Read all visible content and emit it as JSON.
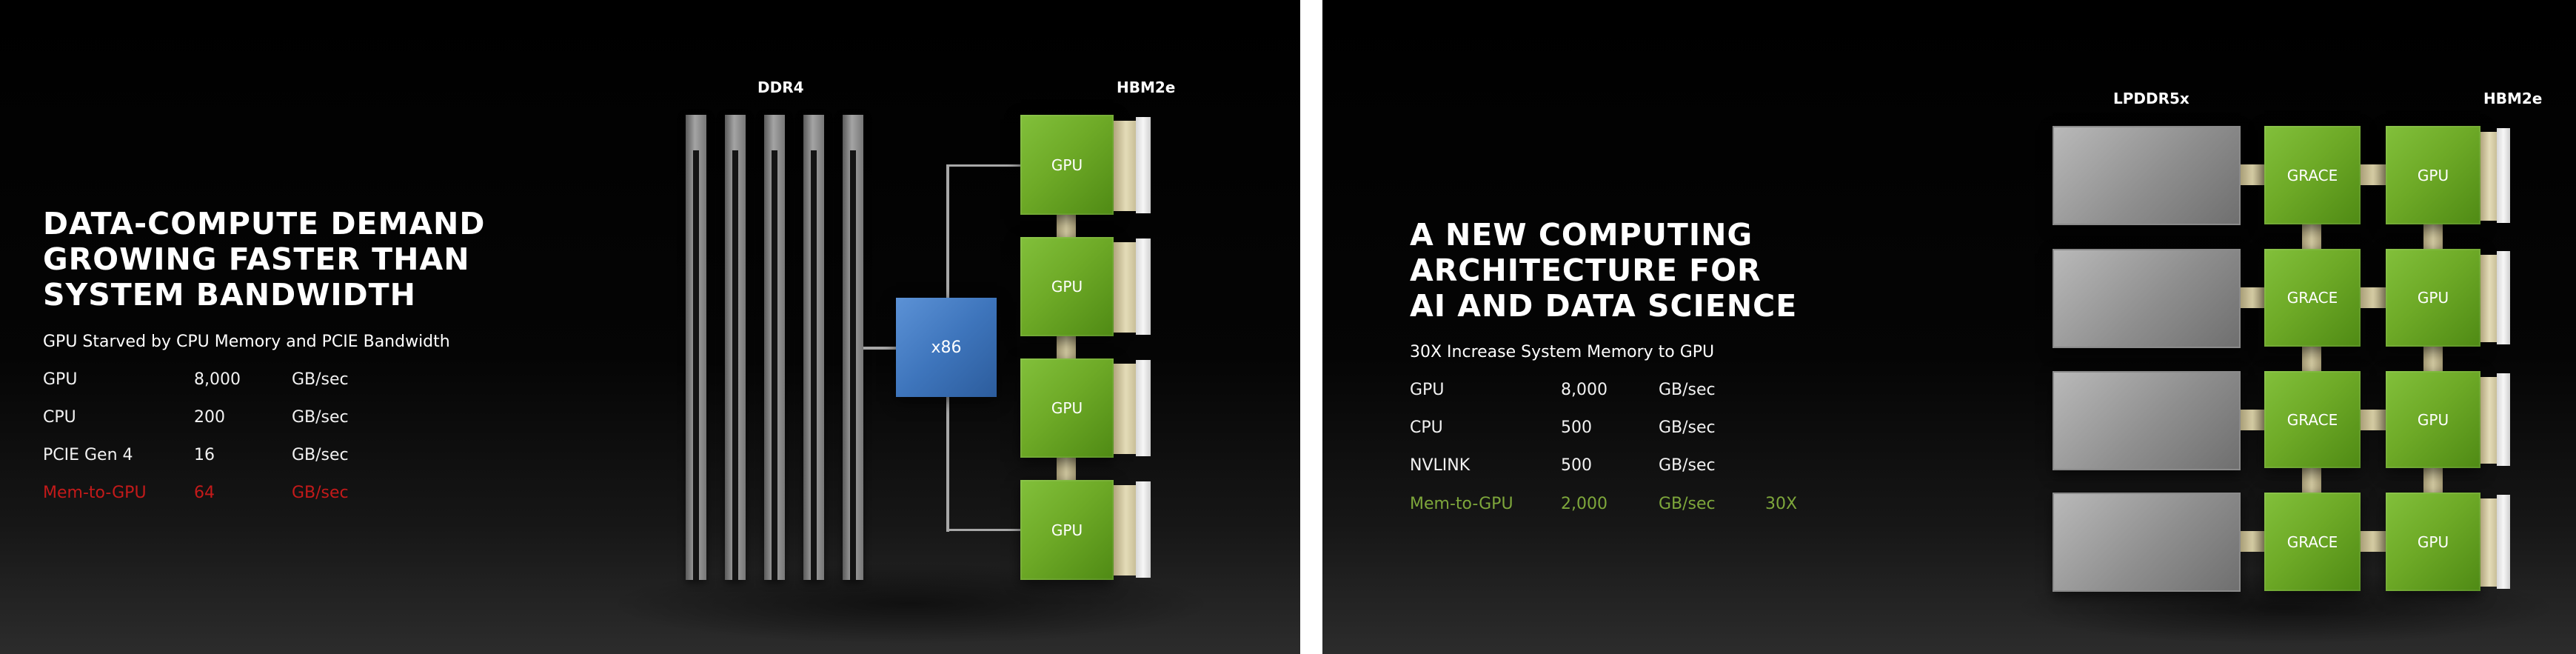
{
  "left": {
    "title": "DATA-COMPUTE DEMAND\nGROWING FASTER THAN\nSYSTEM BANDWIDTH",
    "subtitle": "GPU Starved by CPU Memory and PCIE Bandwidth",
    "rows": [
      {
        "name": "GPU",
        "value": "8,000",
        "unit": "GB/sec"
      },
      {
        "name": "CPU",
        "value": "200",
        "unit": "GB/sec"
      },
      {
        "name": "PCIE Gen 4",
        "value": "16",
        "unit": "GB/sec"
      },
      {
        "name": "Mem-to-GPU",
        "value": "64",
        "unit": "GB/sec"
      }
    ],
    "highlight_color": "#c41a1a",
    "diagram": {
      "memory_label": "DDR4",
      "hbm_label": "HBM2e",
      "cpu_label": "x86",
      "gpu_label": "GPU",
      "dimm_count": 5,
      "gpu_count": 4
    }
  },
  "right": {
    "title": "A NEW COMPUTING\nARCHITECTURE FOR\nAI AND DATA SCIENCE",
    "subtitle": "30X Increase System Memory to GPU",
    "rows": [
      {
        "name": "GPU",
        "value": "8,000",
        "unit": "GB/sec",
        "extra": ""
      },
      {
        "name": "CPU",
        "value": "500",
        "unit": "GB/sec",
        "extra": ""
      },
      {
        "name": "NVLINK",
        "value": "500",
        "unit": "GB/sec",
        "extra": ""
      },
      {
        "name": "Mem-to-GPU",
        "value": "2,000",
        "unit": "GB/sec",
        "extra": "30X"
      }
    ],
    "highlight_color": "#7ea73b",
    "diagram": {
      "memory_label": "LPDDR5x",
      "hbm_label": "HBM2e",
      "cpu_label": "GRACE",
      "gpu_label": "GPU",
      "module_count": 4
    }
  }
}
